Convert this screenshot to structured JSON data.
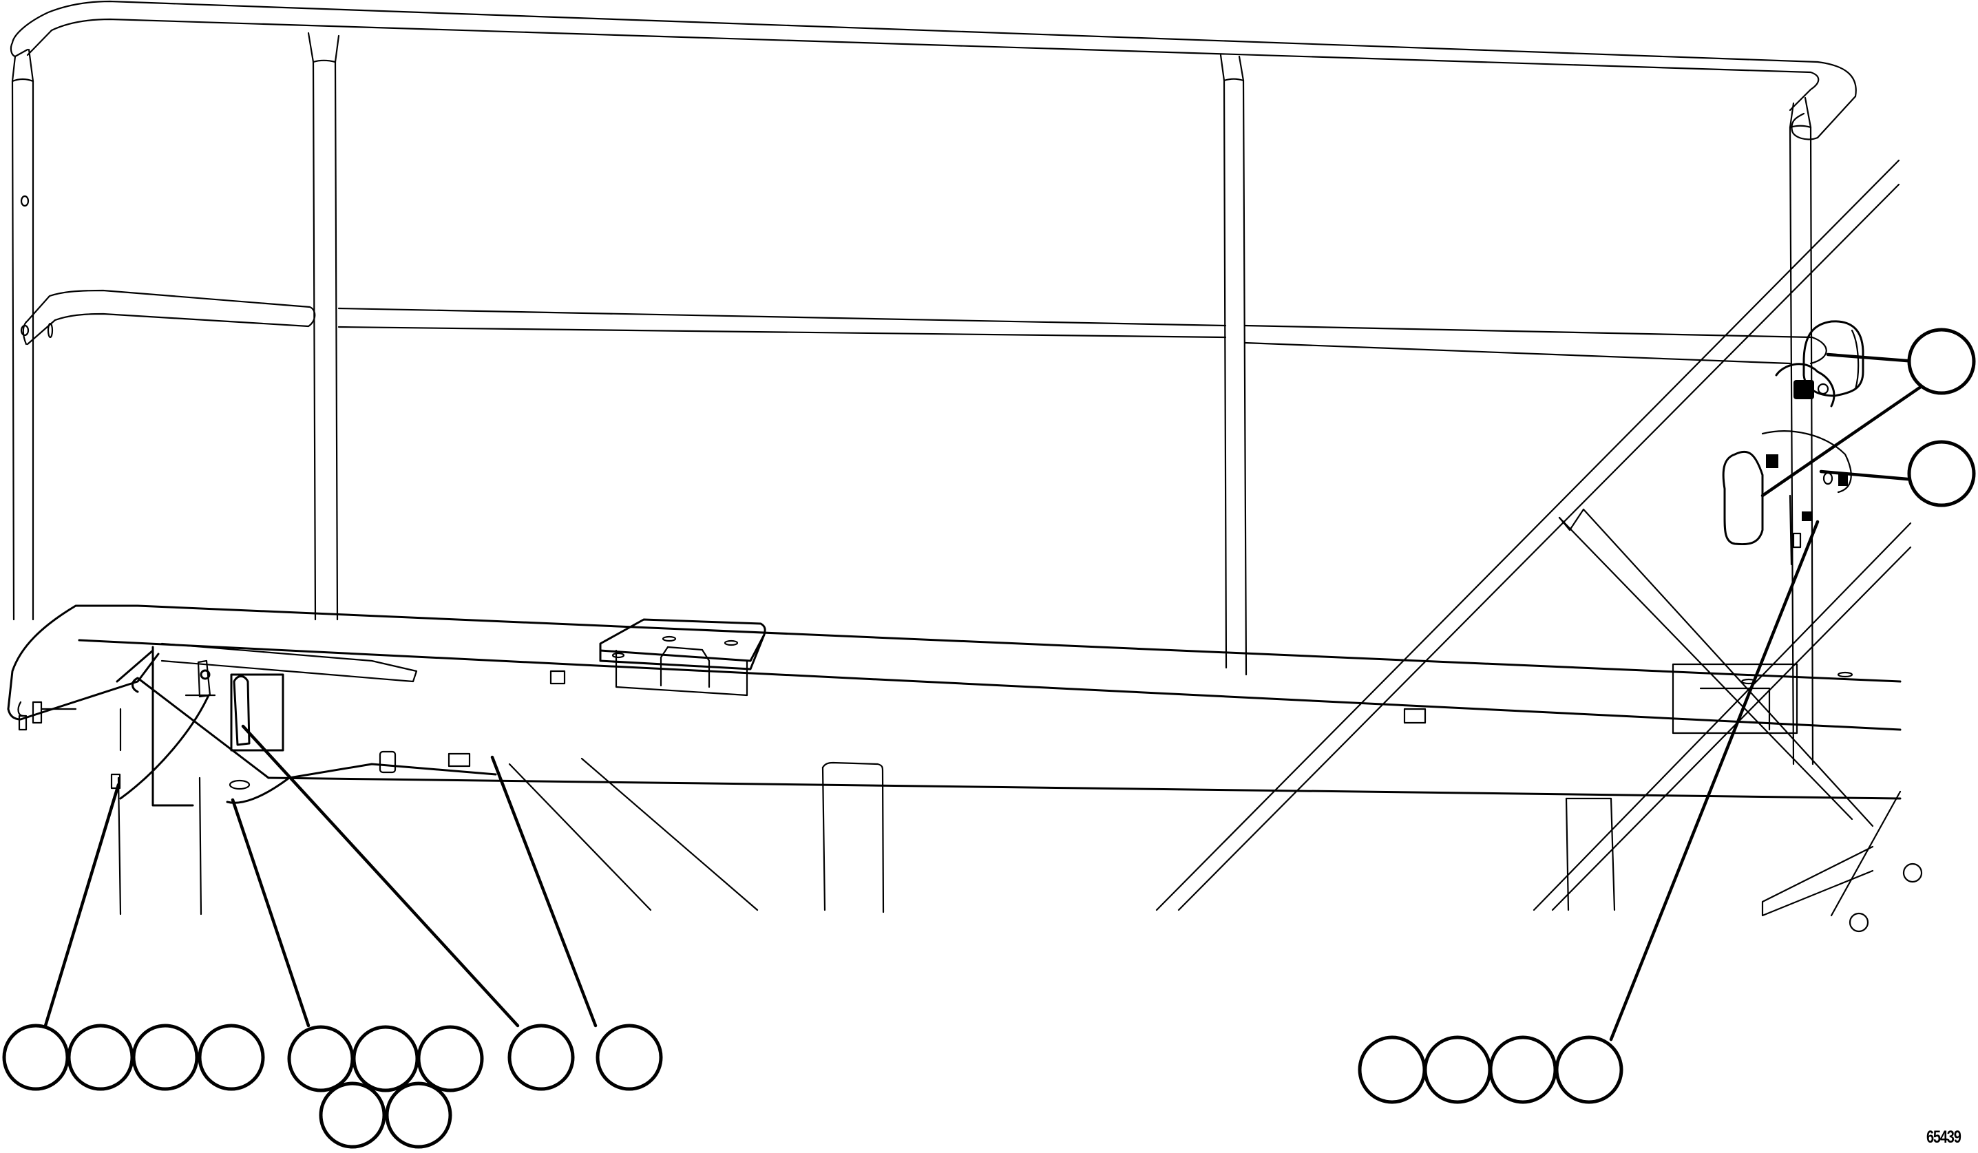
{
  "figure": {
    "type": "technical-parts-illustration",
    "subject": "platform guardrail with lights and wiring",
    "figure_number": "65439",
    "line_color": "#000000",
    "background_color": "#ffffff"
  },
  "callouts": {
    "right_side": [
      {
        "id": "callout-r1",
        "label": "",
        "points_to": "upper lamp housing"
      },
      {
        "id": "callout-r2",
        "label": "",
        "points_to": "lamp mounting bracket"
      }
    ],
    "bottom_left_group_1": [
      {
        "id": "callout-b1",
        "label": ""
      },
      {
        "id": "callout-b2",
        "label": ""
      },
      {
        "id": "callout-b3",
        "label": ""
      },
      {
        "id": "callout-b4",
        "label": ""
      }
    ],
    "bottom_left_group_2": [
      {
        "id": "callout-b5",
        "label": ""
      },
      {
        "id": "callout-b6",
        "label": ""
      },
      {
        "id": "callout-b7",
        "label": ""
      },
      {
        "id": "callout-b8",
        "label": ""
      },
      {
        "id": "callout-b9",
        "label": ""
      }
    ],
    "bottom_single": [
      {
        "id": "callout-b10",
        "label": ""
      },
      {
        "id": "callout-b11",
        "label": ""
      }
    ],
    "bottom_right_group": [
      {
        "id": "callout-b12",
        "label": ""
      },
      {
        "id": "callout-b13",
        "label": ""
      },
      {
        "id": "callout-b14",
        "label": ""
      },
      {
        "id": "callout-b15",
        "label": ""
      }
    ]
  }
}
